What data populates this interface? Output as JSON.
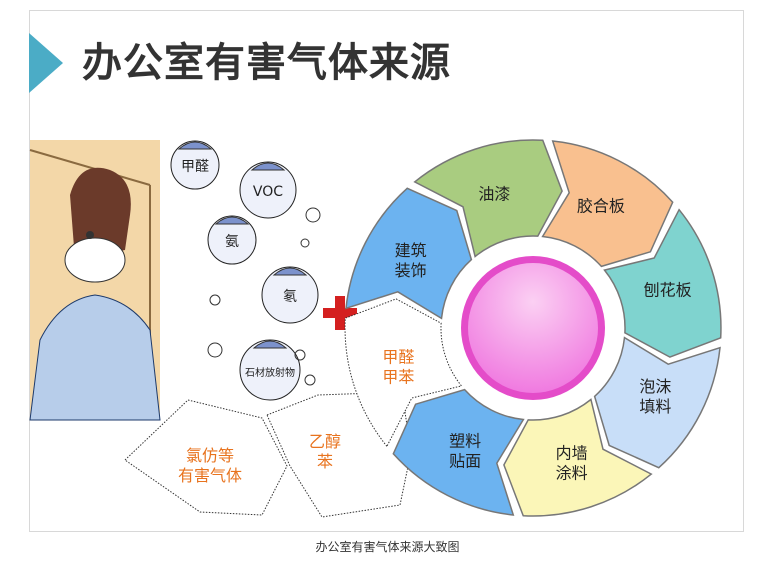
{
  "slide": {
    "title": "办公室有害气体来源"
  },
  "caption": "办公室有害气体来源大致图",
  "illustration": {
    "bubbles": [
      "甲醛",
      "VOC",
      "氨",
      "氡",
      "石材放射物"
    ]
  },
  "ring": {
    "segments": [
      {
        "lines": [
          "建筑",
          "装饰"
        ],
        "color": "#6cb3f0"
      },
      {
        "lines": [
          "油漆"
        ],
        "color": "#a9cc80"
      },
      {
        "lines": [
          "胶合板"
        ],
        "color": "#f9c08f"
      },
      {
        "lines": [
          "刨花板"
        ],
        "color": "#7fd3cf"
      },
      {
        "lines": [
          "泡沫",
          "填料"
        ],
        "color": "#c8def8"
      },
      {
        "lines": [
          "内墙",
          "涂料"
        ],
        "color": "#fbf6b8"
      },
      {
        "lines": [
          "塑料",
          "贴面"
        ],
        "color": "#6cb3f0"
      },
      {
        "lines": [
          "甲醛",
          "甲苯"
        ],
        "color": "#ffffff"
      }
    ],
    "outer": [
      {
        "lines": [
          "乙醇",
          "苯"
        ]
      },
      {
        "lines": [
          "氯仿等",
          "有害气体"
        ]
      }
    ],
    "center_color": "#f06cd8"
  }
}
